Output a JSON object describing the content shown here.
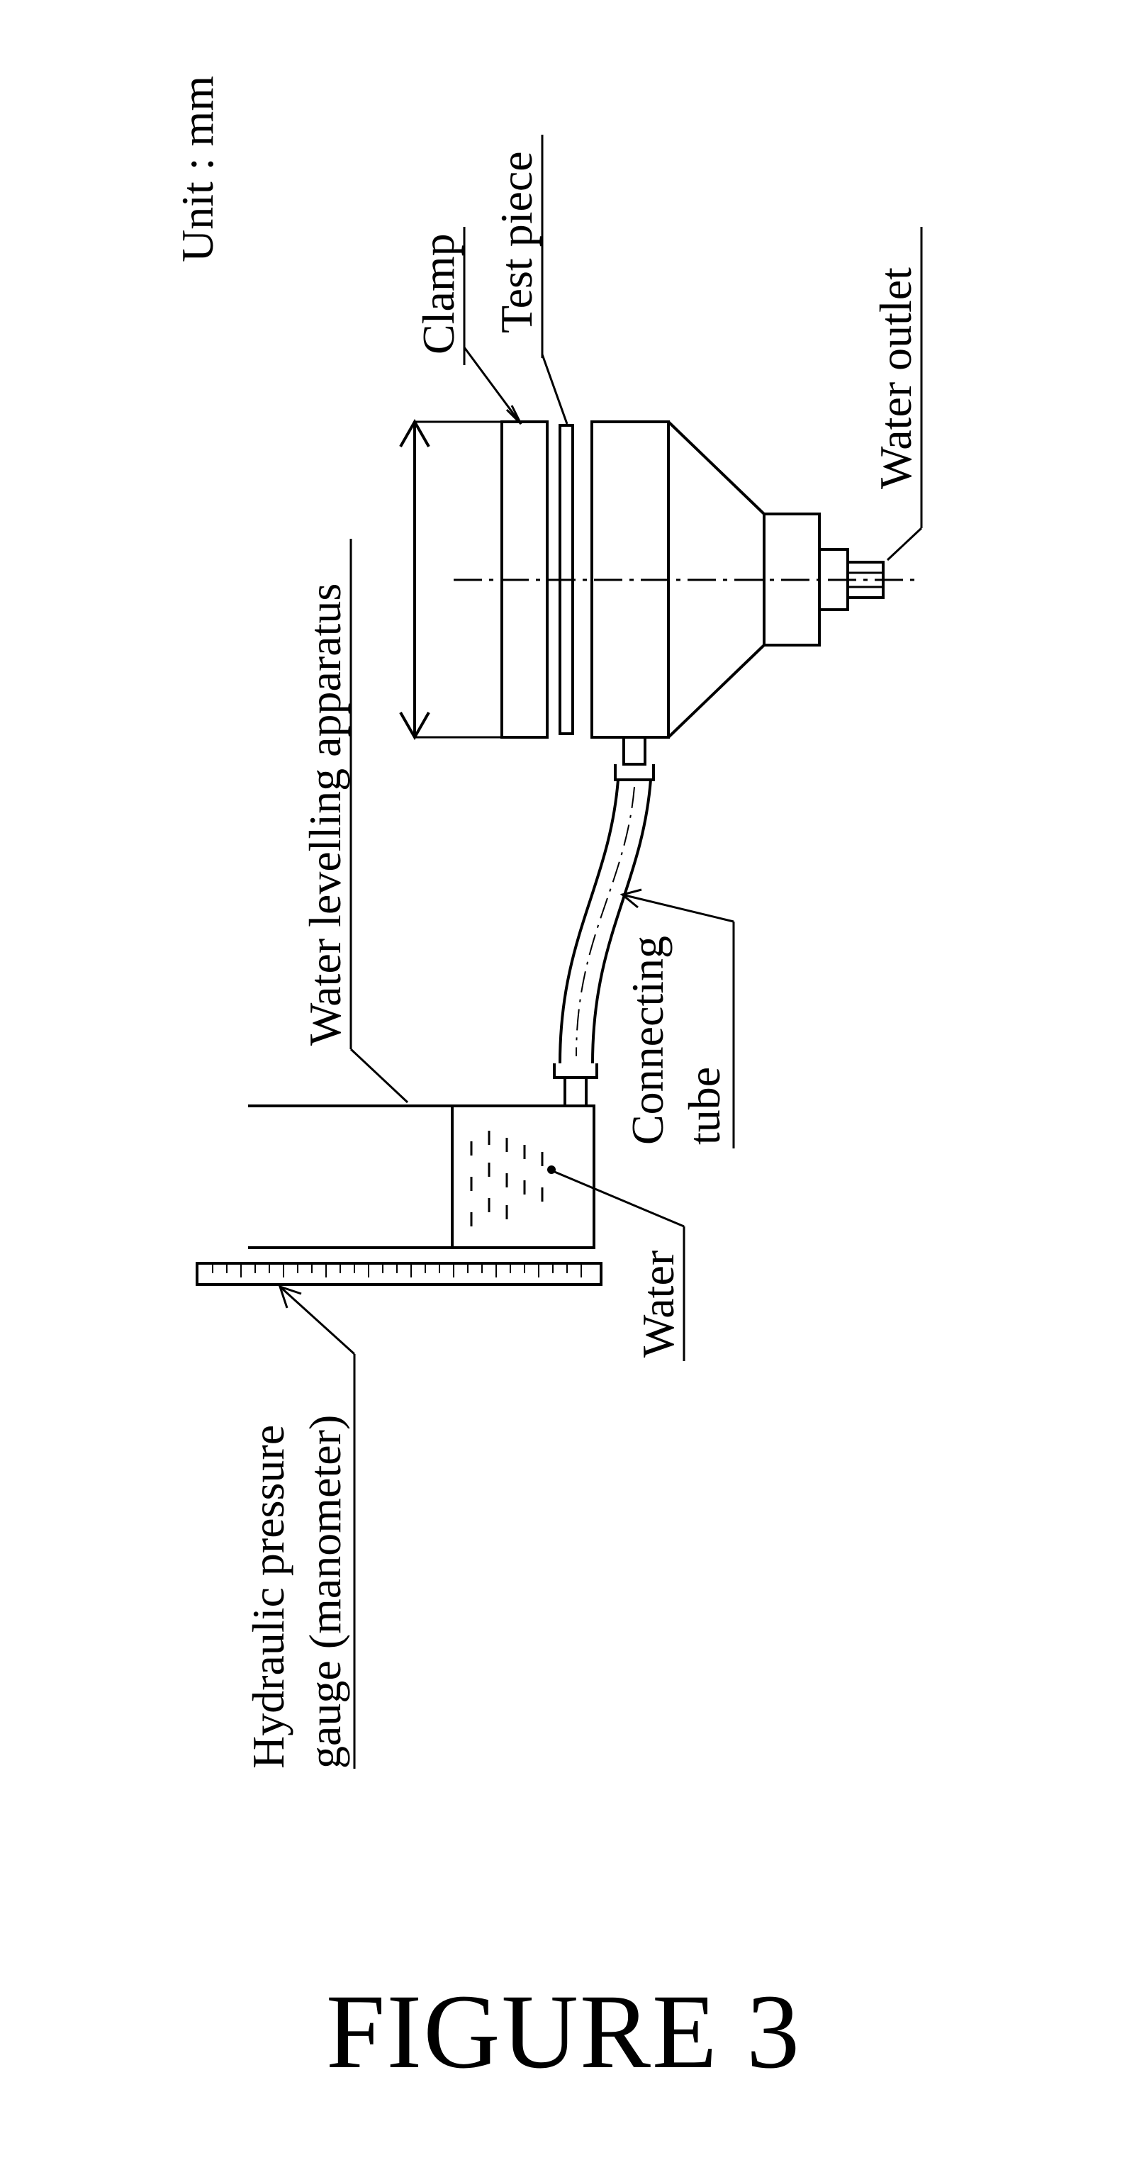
{
  "figure_title": "FIGURE 3",
  "unit_label": "Unit : mm",
  "labels": {
    "clamp": "Clamp",
    "test_piece": "Test piece",
    "water_outlet": "Water outlet",
    "water_levelling_apparatus": "Water levelling apparatus",
    "connecting_tube_line1": "Connecting",
    "connecting_tube_line2": "tube",
    "water": "Water",
    "gauge_line1": "Hydraulic pressure",
    "gauge_line2": "gauge (manometer)"
  }
}
